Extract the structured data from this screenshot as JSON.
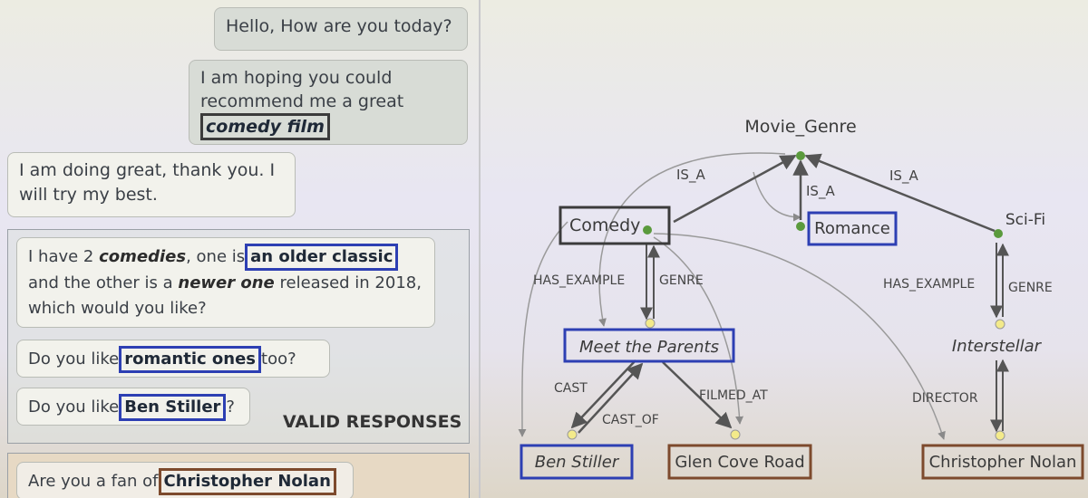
{
  "chat": {
    "msg1": "Hello, How are you today?",
    "msg2_text": "I am hoping you could recommend me a great",
    "msg2_entity": "comedy film",
    "msg3": "I am doing great, thank you. I will try my best.",
    "msg4": {
      "part1": "I have 2 ",
      "em1": "comedies",
      "part2": ", one is",
      "entity": "an older classic",
      "part3": "and the other is a ",
      "em2": "newer one",
      "part4": " released in 2018, which would you like?"
    },
    "resp1": {
      "prefix": "Do you like",
      "entity": "romantic ones",
      "suffix": "too?"
    },
    "resp2": {
      "prefix": "Do you like",
      "entity": "Ben Stiller",
      "suffix": "?"
    },
    "valid_label": "VALID RESPONSES",
    "resp3": {
      "prefix": "Are you a fan of",
      "entity": "Christopher Nolan"
    }
  },
  "graph": {
    "nodes": {
      "movie_genre": "Movie_Genre",
      "comedy": "Comedy",
      "romance": "Romance",
      "scifi": "Sci-Fi",
      "meet_parents": "Meet the Parents",
      "interstellar": "Interstellar",
      "ben_stiller": "Ben Stiller",
      "glen_cove": "Glen Cove Road",
      "nolan": "Christopher Nolan"
    },
    "edges": {
      "is_a_left": "IS_A",
      "is_a_mid": "IS_A",
      "is_a_right": "IS_A",
      "has_example_left": "HAS_EXAMPLE",
      "genre_left": "GENRE",
      "has_example_right": "HAS_EXAMPLE",
      "genre_right": "GENRE",
      "cast": "CAST",
      "cast_of": "CAST_OF",
      "filmed_at": "FILMED_AT",
      "director": "DIRECTOR"
    },
    "colors": {
      "blue": "#2d3fb3",
      "dark": "#3b3b3b",
      "brown": "#7d4a2d",
      "green": "#5a9a3c",
      "yellow": "#f3ea8a"
    }
  }
}
